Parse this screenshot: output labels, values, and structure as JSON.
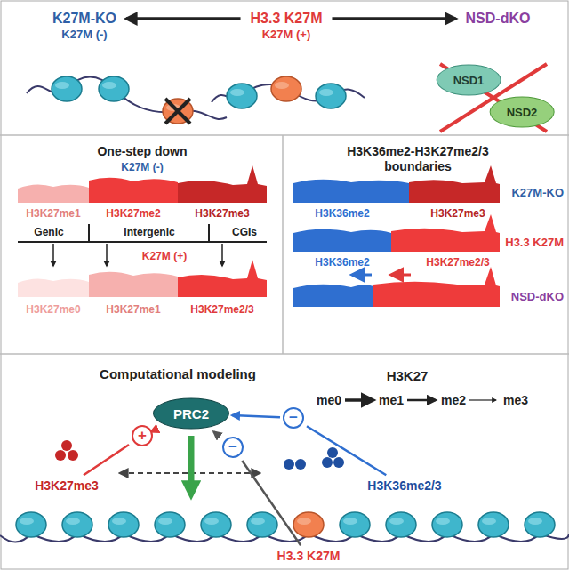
{
  "diagram": {
    "nodes": [
      {
        "text": [
          "K27M-KO",
          "K27M (-)"
        ]
      },
      {
        "text": [
          "H3.3 K27M",
          "K27M (+)"
        ]
      },
      {
        "text": [
          "NSD-dKO"
        ]
      },
      {
        "text": [
          "NSD1"
        ]
      },
      {
        "text": [
          "NSD2"
        ]
      },
      {
        "text": [
          "PRC2"
        ]
      },
      {
        "text": [
          "+"
        ]
      },
      {
        "text": [
          "H3K27me3"
        ]
      },
      {
        "text": [
          "−"
        ]
      },
      {
        "text": [
          "−"
        ]
      },
      {
        "text": [
          "H3K36me2/3"
        ]
      },
      {
        "text": [
          "H3.3 K27M"
        ]
      }
    ],
    "edges": [
      {
        "from": 1,
        "to": 0,
        "arrow": "to"
      },
      {
        "from": 1,
        "to": 2,
        "arrow": "to"
      },
      {
        "from": 7,
        "to": 6,
        "arrow": "none"
      },
      {
        "from": 6,
        "to": 5,
        "arrow": "to"
      },
      {
        "from": 10,
        "to": 8,
        "arrow": "none"
      },
      {
        "from": 8,
        "to": 5,
        "arrow": "to"
      },
      {
        "from": 11,
        "to": 9,
        "arrow": "none"
      },
      {
        "from": 9,
        "to": 5,
        "arrow": "to"
      }
    ],
    "labels": [
      "One-step down",
      "K27M (-)",
      "H3K27me1",
      "H3K27me2",
      "H3K27me3",
      "Genic",
      "Intergenic",
      "CGIs",
      "K27M (+)",
      "H3K27me0",
      "H3K27me1",
      "H3K27me2/3",
      "H3K36me2-H3K27me2/3 boundaries",
      "K27M-KO",
      "H3K36me2",
      "H3K27me3",
      "H3.3 K27M",
      "H3K36me2",
      "H3K27me2/3",
      "NSD-dKO",
      "Computational modeling",
      "H3K27",
      "me0",
      "me1",
      "me2",
      "me3"
    ]
  }
}
